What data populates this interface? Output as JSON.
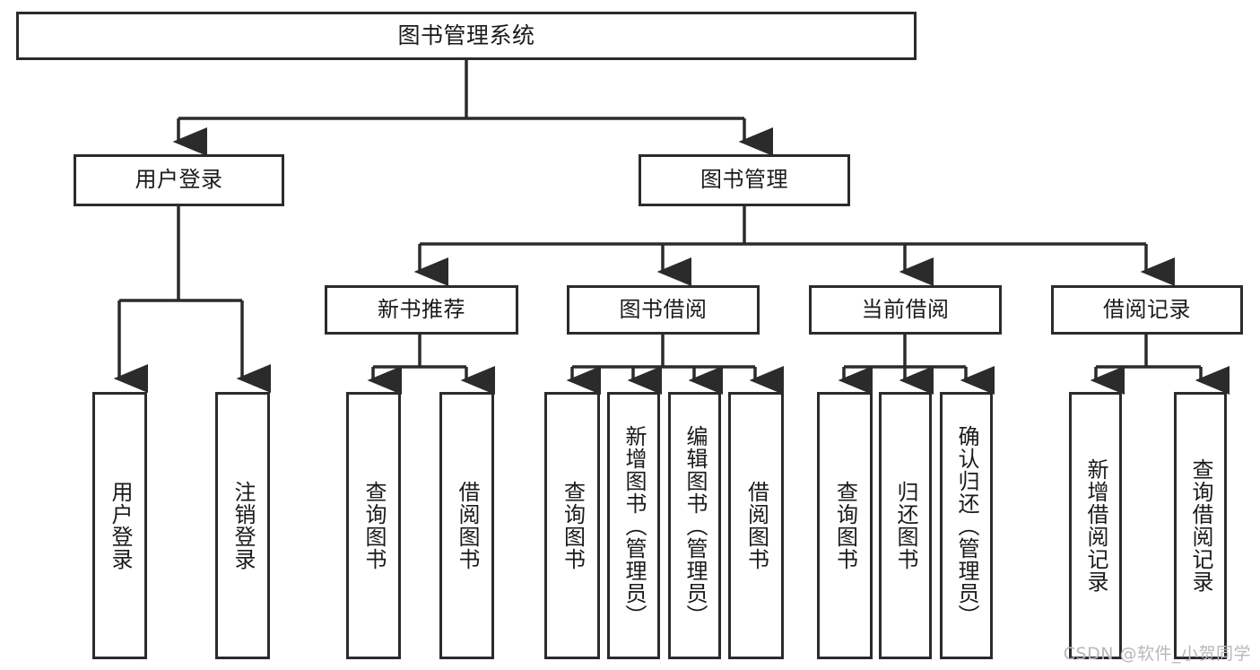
{
  "diagram": {
    "type": "tree-hierarchy",
    "title": "图书管理系统",
    "orientation": "top-down",
    "colors": {
      "box_border": "#2b2b2b",
      "box_fill": "#ffffff",
      "connector": "#2b2b2b",
      "text": "#1a1a1a",
      "watermark": "#b8b8b8",
      "background": "#ffffff"
    },
    "nodes": {
      "root": {
        "label": "图书管理系统"
      },
      "level2": [
        {
          "label": "用户登录"
        },
        {
          "label": "图书管理"
        }
      ],
      "level3": [
        {
          "label": "新书推荐"
        },
        {
          "label": "图书借阅"
        },
        {
          "label": "当前借阅"
        },
        {
          "label": "借阅记录"
        }
      ],
      "leaves_user_login": [
        {
          "label": "用户登录"
        },
        {
          "label": "注销登录"
        }
      ],
      "leaves_new_book": [
        {
          "label": "查询图书"
        },
        {
          "label": "借阅图书"
        }
      ],
      "leaves_borrow": [
        {
          "label": "查询图书"
        },
        {
          "label": "新增图书（管理员）"
        },
        {
          "label": "编辑图书（管理员）"
        },
        {
          "label": "借阅图书"
        }
      ],
      "leaves_current": [
        {
          "label": "查询图书"
        },
        {
          "label": "归还图书"
        },
        {
          "label": "确认归还（管理员）"
        }
      ],
      "leaves_records": [
        {
          "label": "新增借阅记录"
        },
        {
          "label": "查询借阅记录"
        }
      ]
    },
    "watermark": "CSDN @软件_小贺同学"
  }
}
